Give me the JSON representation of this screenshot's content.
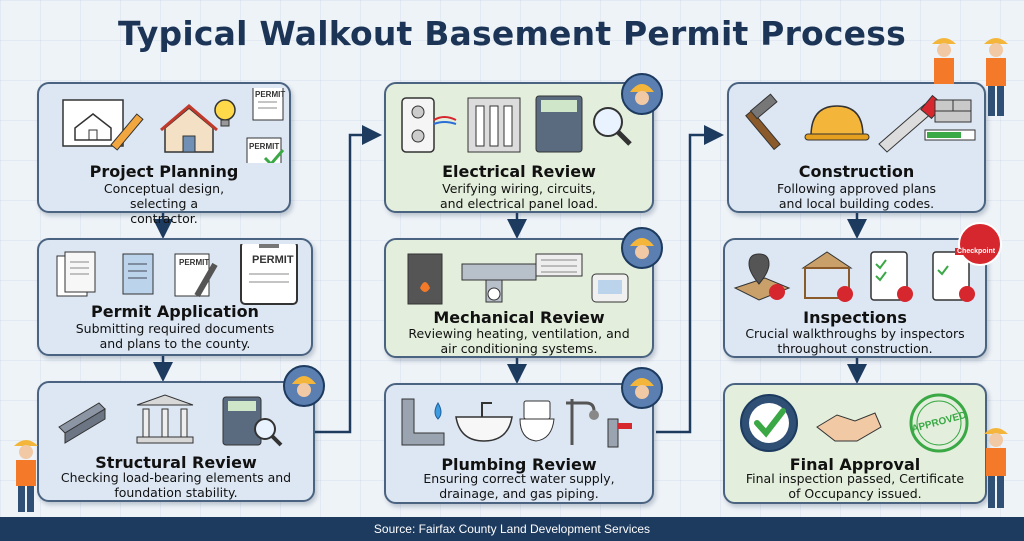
{
  "title": "Typical Walkout Basement Permit Process",
  "steps": [
    {
      "title": "Project Planning",
      "desc": "Conceptual design, selecting a contractor."
    },
    {
      "title": "Permit Application",
      "desc": "Submitting required documents and plans to the county."
    },
    {
      "title": "Structural Review",
      "desc": "Checking load-bearing elements and foundation stability."
    },
    {
      "title": "Electrical Review",
      "desc": "Verifying wiring, circuits, and electrical panel load."
    },
    {
      "title": "Mechanical Review",
      "desc": "Reviewing heating, ventilation, and air conditioning systems."
    },
    {
      "title": "Plumbing Review",
      "desc": "Ensuring correct water supply, drainage, and gas piping."
    },
    {
      "title": "Construction",
      "desc": "Following approved plans and local building codes."
    },
    {
      "title": "Inspections",
      "desc": "Crucial walkthroughs by inspectors throughout construction."
    },
    {
      "title": "Final Approval",
      "desc": "Final inspection passed, Certificate of Occupancy issued."
    }
  ],
  "labels": {
    "permit_doc": "PERMIT",
    "checkpoint": "Checkpoint",
    "approved": "APPROVED"
  },
  "source": "Source: Fairfax County Land Development Services",
  "colors": {
    "title": "#1c3557",
    "box_border": "#4a6380",
    "blue_box": "#dde7f3",
    "green_box": "#e3efdc",
    "footer": "#1d3a5f",
    "check_green": "#3aa845",
    "badge_red": "#d6262e"
  }
}
